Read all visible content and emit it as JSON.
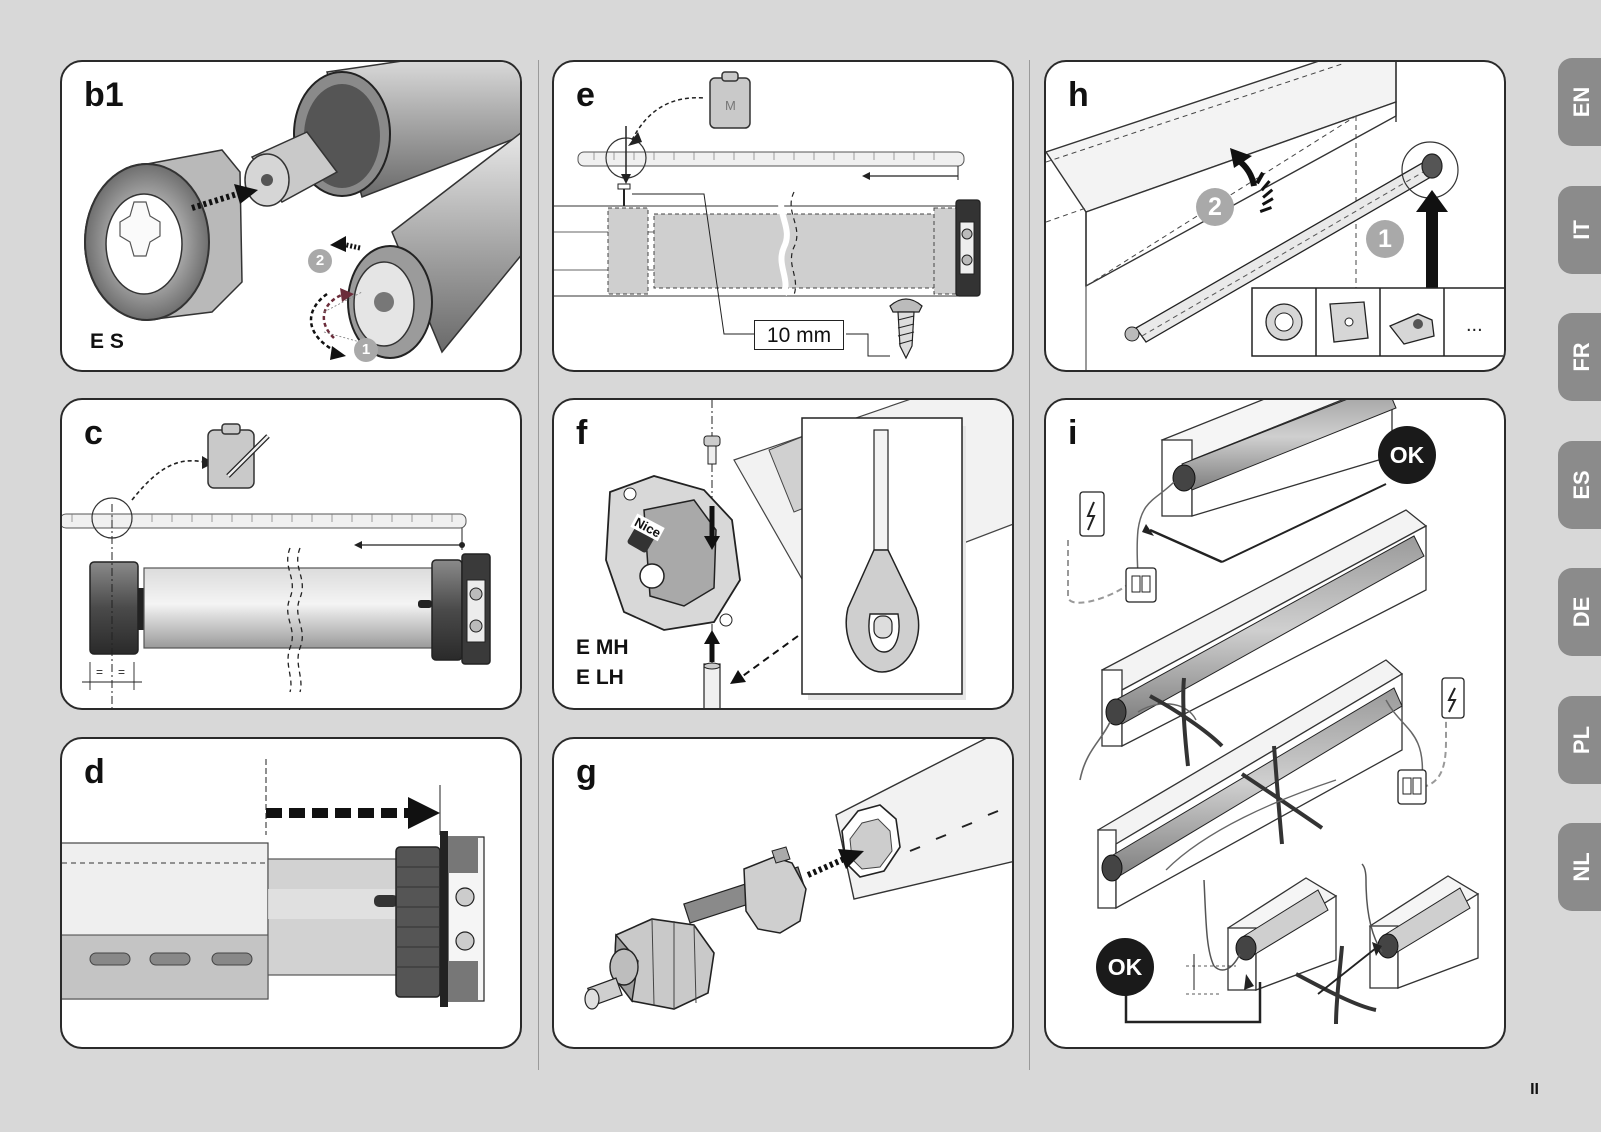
{
  "panels": {
    "b1": {
      "label": "b1",
      "sub": "E S",
      "steps": [
        "1",
        "2"
      ]
    },
    "c": {
      "label": "c"
    },
    "d": {
      "label": "d"
    },
    "e": {
      "label": "e",
      "clip_letter": "M",
      "measure": "10 mm"
    },
    "f": {
      "label": "f",
      "sub1": "E MH",
      "sub2": "E LH",
      "brand": "Nice"
    },
    "g": {
      "label": "g"
    },
    "h": {
      "label": "h",
      "steps": [
        "1",
        "2"
      ],
      "more": "..."
    },
    "i": {
      "label": "i",
      "ok": "OK"
    }
  },
  "languages": [
    "EN",
    "IT",
    "FR",
    "ES",
    "DE",
    "PL",
    "NL"
  ],
  "page_number": "II",
  "colors": {
    "background": "#d8d8d8",
    "tab": "#8b8b8b",
    "panel_border": "#2a2a2a"
  }
}
